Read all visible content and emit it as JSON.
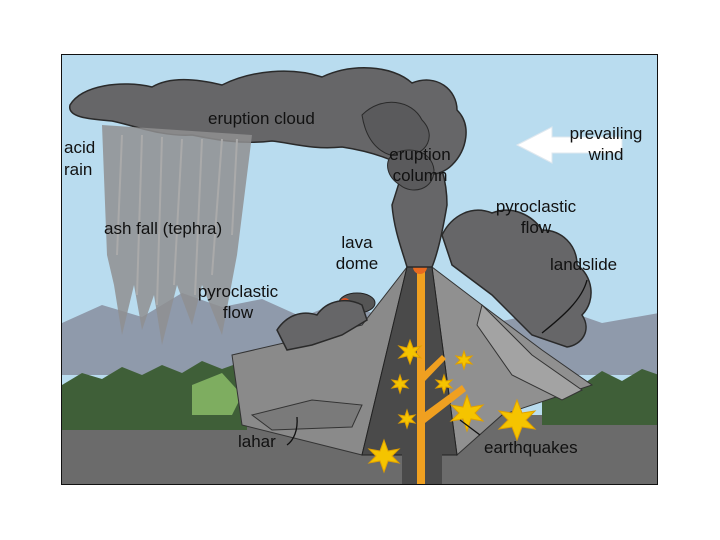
{
  "labels": {
    "eruption_cloud": "eruption cloud",
    "acid_rain_1": "acid",
    "acid_rain_2": "rain",
    "eruption_column_1": "eruption",
    "eruption_column_2": "column",
    "prevailing_wind_1": "prevailing",
    "prevailing_wind_2": "wind",
    "ash_fall": "ash fall (tephra)",
    "pyroclastic_flow_right_1": "pyroclastic",
    "pyroclastic_flow_right_2": "flow",
    "lava_dome_1": "lava",
    "lava_dome_2": "dome",
    "landslide": "landslide",
    "pyroclastic_flow_left_1": "pyroclastic",
    "pyroclastic_flow_left_2": "flow",
    "lahar": "lahar",
    "earthquakes": "earthquakes"
  },
  "colors": {
    "sky": "#b9dcef",
    "cloud": "#666668",
    "cloud_outline": "#2a2a2a",
    "mountains": "#8f9aab",
    "ground": "#6b6b6b",
    "volcano_cross_section": "#4a4a4a",
    "magma": "#f0a020",
    "quake_star": "#f5c400",
    "trees": "#3f5f38"
  }
}
